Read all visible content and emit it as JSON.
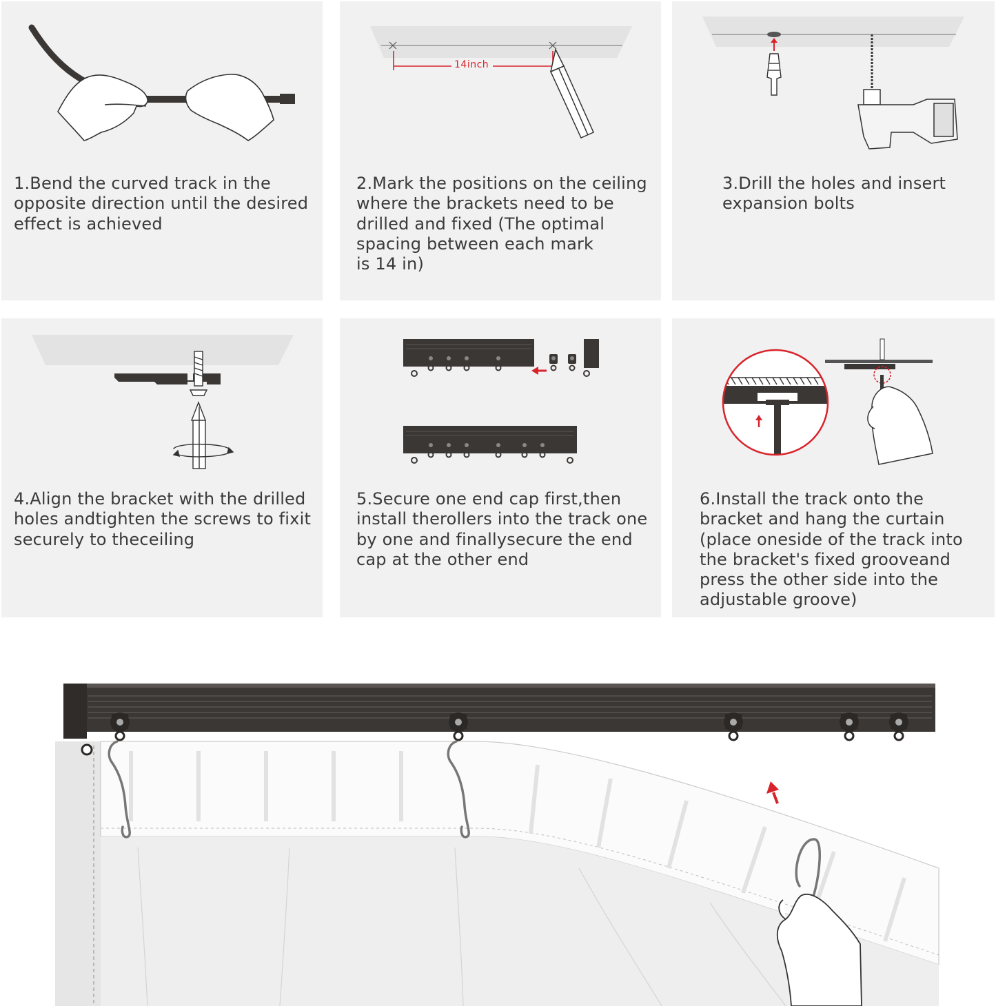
{
  "steps": [
    {
      "number": 1,
      "text": "1.Bend the curved track in the\nopposite direction until the desired\neffect is achieved"
    },
    {
      "number": 2,
      "text": "2.Mark the positions on the ceiling\nwhere the brackets need to be\ndrilled and fixed (The optimal\nspacing between each mark\nis 14 in)",
      "measure_label": "14inch"
    },
    {
      "number": 3,
      "text": "3.Drill the holes and insert\nexpansion bolts"
    },
    {
      "number": 4,
      "text": "4.Align the bracket with the drilled\nholes andtighten the screws to fixit\nsecurely to theceiling"
    },
    {
      "number": 5,
      "text": "5.Secure one end cap first,then\ninstall therollers into the track one\nby one and finallysecure the end\ncap at the other end"
    },
    {
      "number": 6,
      "text": "6.Install the track onto the\nbracket and hang the curtain\n(place oneside of the track into\nthe bracket's fixed grooveand\npress the other side into the\nadjustable groove)"
    }
  ],
  "colors": {
    "panel_bg": "#f1f1f1",
    "track": "#3b3735",
    "accent_red": "#d8232a",
    "ceiling": "#e3e3e3"
  }
}
